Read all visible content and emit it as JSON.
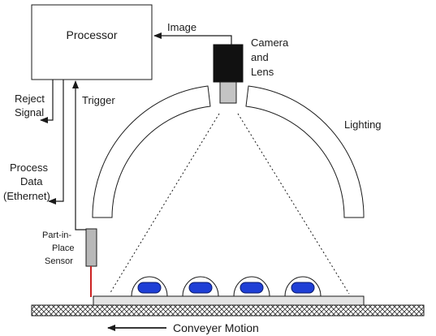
{
  "labels": {
    "processor": "Processor",
    "image": "Image",
    "camera_line1": "Camera",
    "camera_line2": "and",
    "camera_line3": "Lens",
    "lighting": "Lighting",
    "reject_line1": "Reject",
    "reject_line2": "Signal",
    "trigger": "Trigger",
    "process_line1": "Process",
    "process_line2": "Data",
    "process_line3": "(Ethernet)",
    "sensor_line1": "Part-in-",
    "sensor_line2": "Place",
    "sensor_line3": "Sensor",
    "conveyor_motion": "Conveyer Motion"
  },
  "parts_count": 4,
  "colors": {
    "part_blue": "#1f3fd6",
    "sensor_gray": "#b8b8b8",
    "lens_gray": "#c4c4c4",
    "camera_black": "#111111",
    "sensor_wire": "#cc2222",
    "line": "#1a1a1a"
  }
}
